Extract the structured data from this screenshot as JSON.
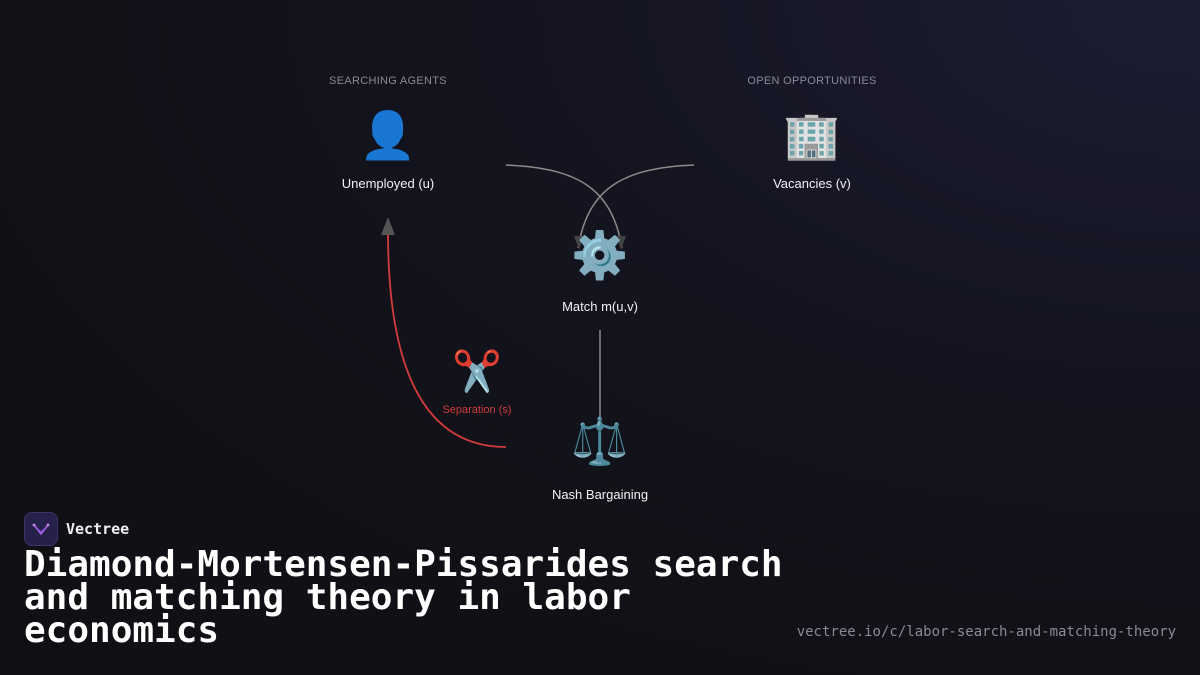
{
  "diagram": {
    "left_group_label": "SEARCHING AGENTS",
    "right_group_label": "OPEN OPPORTUNITIES",
    "nodes": {
      "unemployed": {
        "icon": "👤",
        "icon_name": "person-icon",
        "label": "Unemployed (u)"
      },
      "vacancies": {
        "icon": "🏢",
        "icon_name": "office-building-icon",
        "label": "Vacancies (v)"
      },
      "match": {
        "icon": "⚙️",
        "icon_name": "gear-icon",
        "label": "Match m(u,v)"
      },
      "nash": {
        "icon": "⚖️",
        "icon_name": "scales-icon",
        "label": "Nash Bargaining"
      },
      "separation": {
        "icon": "✂️",
        "icon_name": "scissors-icon",
        "label": "Separation (s)"
      }
    },
    "colors": {
      "edge": "#8a8a8a",
      "separation": "#d23c3c"
    }
  },
  "brand": {
    "name": "Vectree"
  },
  "title": "Diamond-Mortensen-Pissarides search and matching theory in labor economics",
  "url": "vectree.io/c/labor-search-and-matching-theory"
}
